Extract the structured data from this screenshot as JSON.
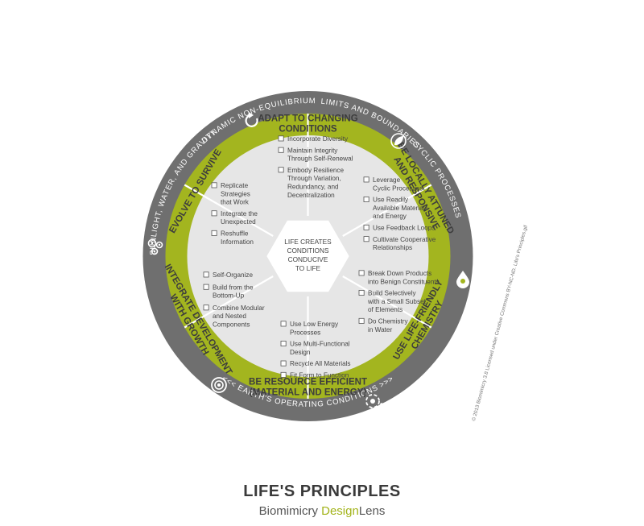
{
  "colors": {
    "outer_ring": "#6f6f6f",
    "green": "#a3b51f",
    "hexagon_fill": "#e6e6e6",
    "center_fill": "#ffffff",
    "separator": "#ffffff"
  },
  "outer_ring": {
    "top_labels": [
      "SUNLIGHT, WATER, AND GRAVITY",
      "DYNAMIC NON-EQUILIBRIUM",
      "LIMITS AND BOUNDARIES",
      "CYCLIC PROCESSES"
    ],
    "bottom_label": "<<< EARTH'S OPERATING CONDITIONS >>>"
  },
  "center": {
    "lines": [
      "LIFE CREATES",
      "CONDITIONS",
      "CONDUCIVE",
      "TO LIFE"
    ]
  },
  "principles": [
    {
      "name_lines": [
        "ADAPT TO CHANGING",
        "CONDITIONS"
      ],
      "icon": "cycle-arrow-icon",
      "items": [
        [
          "Incorporate Diversity"
        ],
        [
          "Maintain Integrity",
          "Through Self-Renewal"
        ],
        [
          "Embody Resilience",
          "Through Variation,",
          "Redundancy, and",
          "Decentralization"
        ]
      ]
    },
    {
      "name_lines": [
        "BE LOCALLY ATTUNED",
        "AND RESPONSIVE"
      ],
      "icon": "leaf-icon",
      "items": [
        [
          "Leverage",
          "Cyclic Processes"
        ],
        [
          "Use Readily",
          "Available Materials",
          "and Energy"
        ],
        [
          "Use Feedback Loops"
        ],
        [
          "Cultivate Cooperative",
          "Relationships"
        ]
      ]
    },
    {
      "name_lines": [
        "USE LIFE-FRIENDLY",
        "CHEMISTRY"
      ],
      "icon": "droplet-icon",
      "items": [
        [
          "Break Down Products",
          "into Benign Constituents"
        ],
        [
          "Build Selectively",
          "with a Small Subset",
          "of Elements"
        ],
        [
          "Do Chemistry",
          "in Water"
        ]
      ]
    },
    {
      "name_lines": [
        "BE RESOURCE EFFICIENT",
        "(MATERIAL AND ENERGY)"
      ],
      "icon": "recycle-dots-icon",
      "items": [
        [
          "Use Low Energy",
          "Processes"
        ],
        [
          "Use Multi-Functional",
          "Design"
        ],
        [
          "Recycle All Materials"
        ],
        [
          "Fit Form to Function"
        ]
      ]
    },
    {
      "name_lines": [
        "INTEGRATE DEVELOPMENT",
        "WITH GROWTH"
      ],
      "icon": "concentric-circles-icon",
      "items": [
        [
          "Self-Organize"
        ],
        [
          "Build from the",
          "Bottom-Up"
        ],
        [
          "Combine Modular",
          "and Nested",
          "Components"
        ]
      ]
    },
    {
      "name_lines": [
        "EVOLVE TO SURVIVE"
      ],
      "icon": "gears-icon",
      "items": [
        [
          "Replicate",
          "Strategies",
          "that Work"
        ],
        [
          "Integrate the",
          "Unexpected"
        ],
        [
          "Reshuffle",
          "Information"
        ]
      ]
    }
  ],
  "copyright": "© 2013 Biomimicry 3.8   Licensed under Creative Commons BY-NC-ND. Life's Principles.gif",
  "footer": {
    "title": "LIFE'S PRINCIPLES",
    "subtitle_part1": "Biomimicry ",
    "subtitle_part2": "Design",
    "subtitle_part3": "Lens"
  }
}
